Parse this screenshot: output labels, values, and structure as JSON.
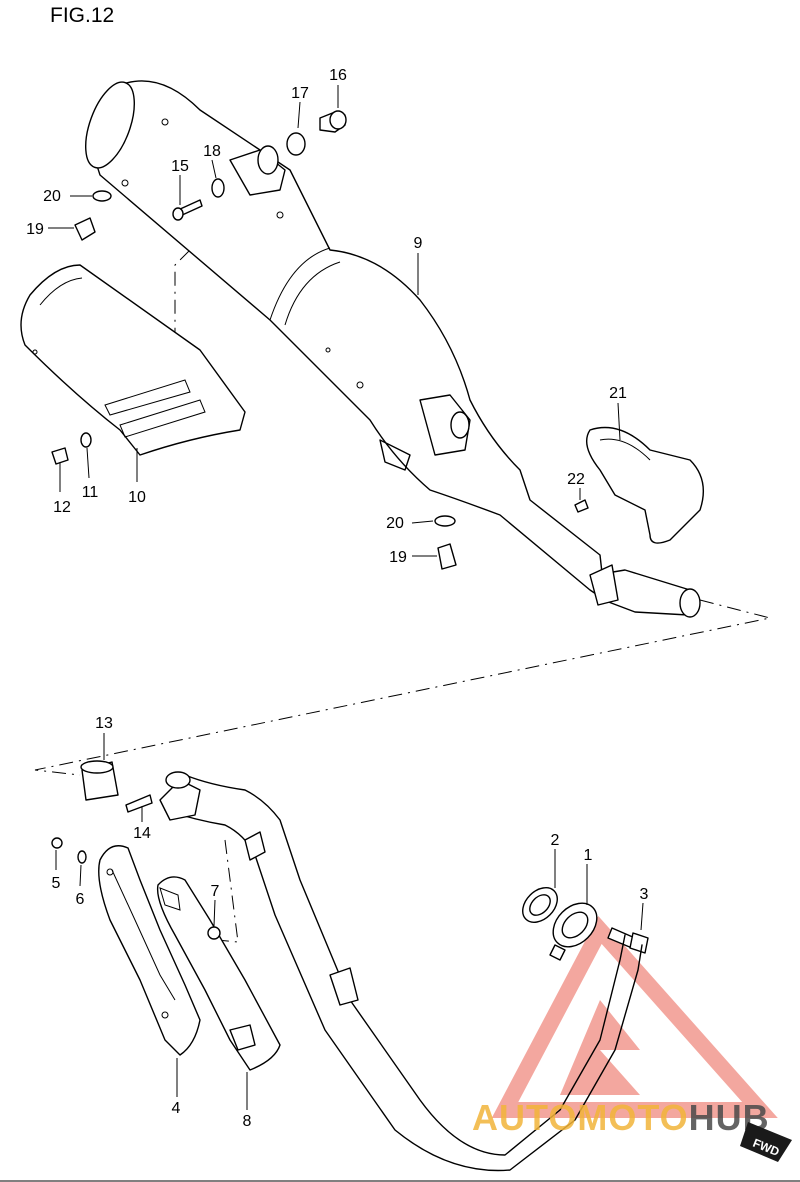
{
  "figure": {
    "title": "FIG.12"
  },
  "parts": [
    {
      "id": "p1",
      "label": "1"
    },
    {
      "id": "p2",
      "label": "2"
    },
    {
      "id": "p3",
      "label": "3"
    },
    {
      "id": "p4",
      "label": "4"
    },
    {
      "id": "p5",
      "label": "5"
    },
    {
      "id": "p6",
      "label": "6"
    },
    {
      "id": "p7",
      "label": "7"
    },
    {
      "id": "p8",
      "label": "8"
    },
    {
      "id": "p9",
      "label": "9"
    },
    {
      "id": "p10",
      "label": "10"
    },
    {
      "id": "p11",
      "label": "11"
    },
    {
      "id": "p12",
      "label": "12"
    },
    {
      "id": "p13",
      "label": "13"
    },
    {
      "id": "p14",
      "label": "14"
    },
    {
      "id": "p15",
      "label": "15"
    },
    {
      "id": "p16",
      "label": "16"
    },
    {
      "id": "p17",
      "label": "17"
    },
    {
      "id": "p18",
      "label": "18"
    },
    {
      "id": "p19a",
      "label": "19"
    },
    {
      "id": "p20a",
      "label": "20"
    },
    {
      "id": "p19b",
      "label": "19"
    },
    {
      "id": "p20b",
      "label": "20"
    },
    {
      "id": "p21",
      "label": "21"
    },
    {
      "id": "p22",
      "label": "22"
    }
  ],
  "watermark": {
    "word_primary": "AUTOMOTO",
    "word_secondary": "HUB",
    "badge": "FWD",
    "primary_color": "#f2b43a",
    "accent_color": "#e8433b",
    "secondary_color": "#4a4a4a"
  }
}
